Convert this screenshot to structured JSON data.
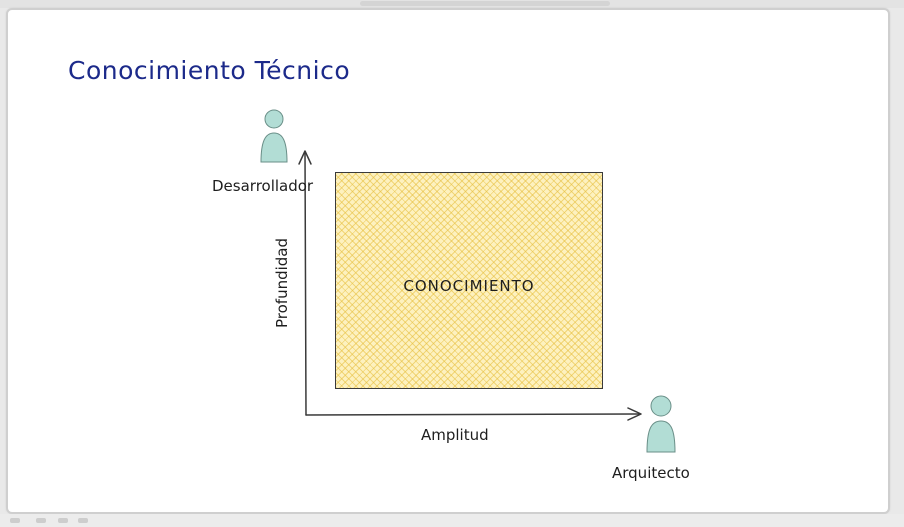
{
  "diagram": {
    "title": "Conocimiento Técnico",
    "box_label": "CONOCIMIENTO",
    "y_axis_label": "Profundidad",
    "x_axis_label": "Amplitud",
    "person_top_label": "Desarrollador",
    "person_bottom_label": "Arquitecto",
    "person_icon": "person-icon",
    "colors": {
      "title": "#1c2a8a",
      "box_fill": "#fdf1bf",
      "box_hatch": "#e6be3c",
      "person_fill": "#b2ddd5",
      "stroke": "#3a3a3a"
    }
  }
}
